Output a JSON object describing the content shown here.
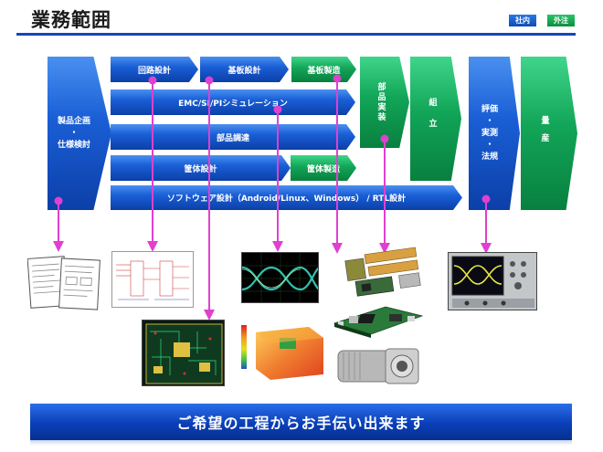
{
  "title": "業務範囲",
  "tags": {
    "internal": "社内",
    "external": "外注"
  },
  "processes": {
    "planning_line1": "製品企画",
    "planning_dot": "・",
    "planning_line2": "仕様検討",
    "circuit_design": "回路設計",
    "board_design": "基板設計",
    "board_manufacturing": "基板製造",
    "emc_si_pi": "EMC/SI/PIシミュレーション",
    "parts_procurement": "部品調達",
    "enclosure_design": "筐体設計",
    "enclosure_manufacturing": "筐体製造",
    "software_design": "ソフトウェア設計（Android/Linux、Windows） / RTL設計",
    "parts_mounting": "部品実装",
    "assembly": "組立",
    "eval_line1": "評価",
    "eval_dot1": "・",
    "eval_line2": "実測",
    "eval_dot2": "・",
    "eval_line3": "法規",
    "mass_production": "量産"
  },
  "banner": "ご希望の工程からお手伝い出来ます",
  "colors": {
    "internal": "#1a5fd6",
    "external": "#12a558",
    "connector": "#e040d0",
    "header_line": "#1646b8"
  },
  "icons": [
    "spec-document-icon",
    "schematic-icon",
    "pcb-layout-icon",
    "eye-diagram-icon",
    "thermal-simulation-icon",
    "flex-board-icon",
    "assembled-board-icon",
    "motor-enclosure-icon",
    "oscilloscope-icon"
  ]
}
